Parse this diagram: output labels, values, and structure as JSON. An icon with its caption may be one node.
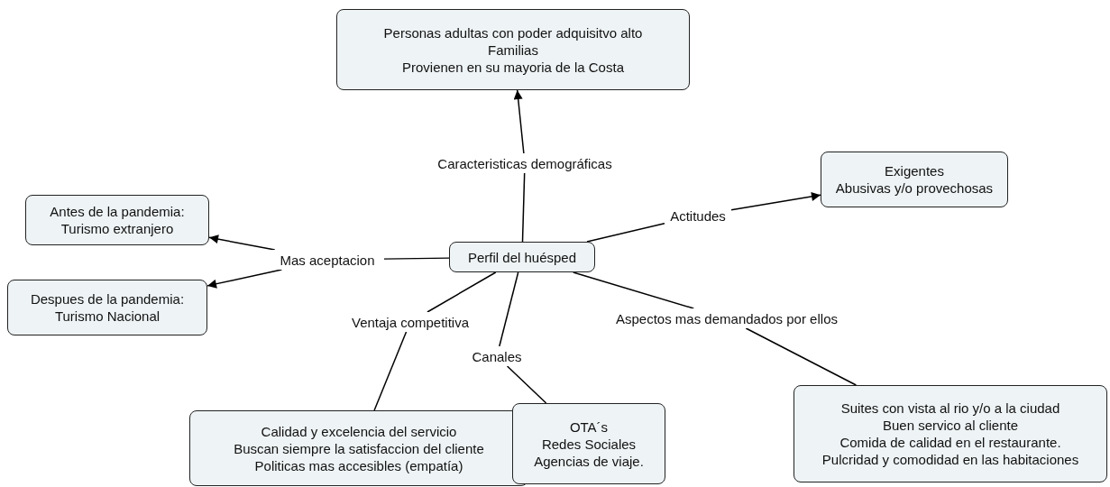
{
  "diagram": {
    "nodes": [
      {
        "text": [
          "Perfil del huésped"
        ]
      },
      {
        "text": [
          "Caracteristicas demográficas"
        ]
      },
      {
        "text": [
          "Personas adultas con poder adquisitvo alto",
          "Familias",
          "Provienen en su mayoria de la Costa"
        ]
      },
      {
        "text": [
          "Actitudes"
        ]
      },
      {
        "text": [
          "Exigentes",
          "Abusivas y/o provechosas"
        ]
      },
      {
        "text": [
          "Mas aceptacion"
        ]
      },
      {
        "text": [
          "Antes de la pandemia:",
          "Turismo extranjero"
        ]
      },
      {
        "text": [
          "Despues de la pandemia:",
          "Turismo Nacional"
        ]
      },
      {
        "text": [
          "Ventaja competitiva"
        ]
      },
      {
        "text": [
          "Calidad y excelencia del servicio",
          "Buscan siempre la satisfaccion del cliente",
          "Politicas mas accesibles (empatía)"
        ]
      },
      {
        "text": [
          "Canales"
        ]
      },
      {
        "text": [
          "OTA´s",
          "Redes Sociales",
          "Agencias de viaje."
        ]
      },
      {
        "text": [
          "Aspectos mas demandados por ellos"
        ]
      },
      {
        "text": [
          "Suites con vista al rio y/o a la ciudad",
          "Buen servico al cliente",
          "Comida de calidad en el restaurante.",
          "Pulcridad y comodidad en las habitaciones"
        ]
      }
    ],
    "edges": [
      {
        "from": 0,
        "to": 1,
        "arrow": "none"
      },
      {
        "from": 1,
        "to": 2,
        "arrow": "to"
      },
      {
        "from": 0,
        "to": 3,
        "arrow": "none"
      },
      {
        "from": 3,
        "to": 4,
        "arrow": "to"
      },
      {
        "from": 0,
        "to": 5,
        "arrow": "none"
      },
      {
        "from": 5,
        "to": 6,
        "arrow": "to"
      },
      {
        "from": 5,
        "to": 7,
        "arrow": "to"
      },
      {
        "from": 0,
        "to": 8,
        "arrow": "none"
      },
      {
        "from": 8,
        "to": 9,
        "arrow": "none"
      },
      {
        "from": 0,
        "to": 10,
        "arrow": "none"
      },
      {
        "from": 10,
        "to": 11,
        "arrow": "none"
      },
      {
        "from": 0,
        "to": 12,
        "arrow": "none"
      },
      {
        "from": 12,
        "to": 13,
        "arrow": "none"
      }
    ]
  }
}
